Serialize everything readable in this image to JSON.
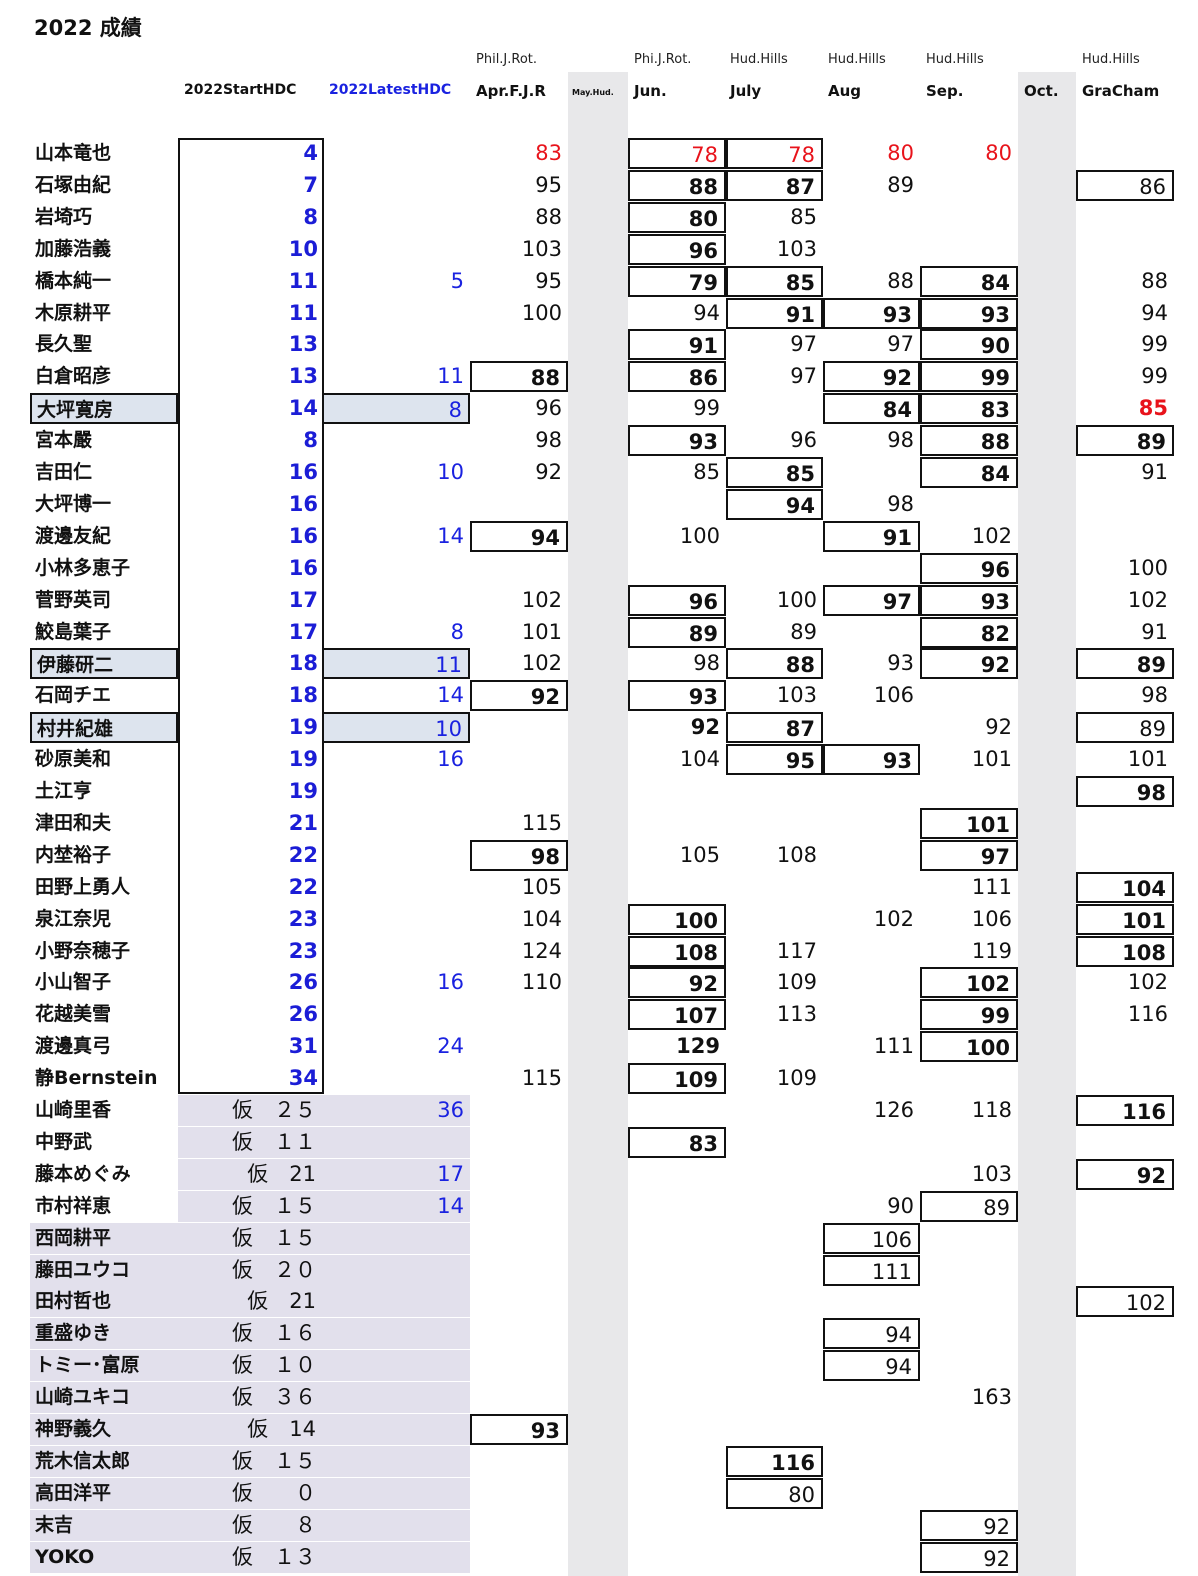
{
  "title": "2022 成績",
  "columns": {
    "start_hdc": "2022StartHDC",
    "latest_hdc": "2022LatestHDC",
    "apr": {
      "course": "Phil.J.Rot.",
      "label": "Apr.F.J.R"
    },
    "may": {
      "label": "May.Hud."
    },
    "jun": {
      "course": "Phi.J.Rot.",
      "label": "Jun."
    },
    "july": {
      "course": "Hud.Hills",
      "label": "July"
    },
    "aug": {
      "course": "Hud.Hills",
      "label": "Aug"
    },
    "sep": {
      "course": "Hud.Hills",
      "label": "Sep."
    },
    "oct": {
      "label": "Oct."
    },
    "gra": {
      "course": "Hud.Hills",
      "label": "GraCham"
    }
  },
  "rows": [
    {
      "name": "山本竜也",
      "start": "4",
      "latest": "",
      "apr": {
        "v": "83",
        "s": "r"
      },
      "jun": {
        "v": "78",
        "s": "rx"
      },
      "jul": {
        "v": "78",
        "s": "rx"
      },
      "aug": {
        "v": "80",
        "s": "r"
      },
      "sep": {
        "v": "80",
        "s": "r"
      },
      "gra": null
    },
    {
      "name": "石塚由紀",
      "start": "7",
      "latest": "",
      "apr": {
        "v": "95",
        "s": ""
      },
      "jun": {
        "v": "88",
        "s": "bx"
      },
      "jul": {
        "v": "87",
        "s": "bx"
      },
      "aug": {
        "v": "89",
        "s": ""
      },
      "sep": null,
      "gra": {
        "v": "86",
        "s": "x"
      }
    },
    {
      "name": "岩埼巧",
      "start": "8",
      "latest": "",
      "apr": {
        "v": "88",
        "s": ""
      },
      "jun": {
        "v": "80",
        "s": "bx"
      },
      "jul": {
        "v": "85",
        "s": ""
      },
      "aug": null,
      "sep": null,
      "gra": null
    },
    {
      "name": "加藤浩義",
      "start": "10",
      "latest": "",
      "apr": {
        "v": "103",
        "s": ""
      },
      "jun": {
        "v": "96",
        "s": "bx"
      },
      "jul": {
        "v": "103",
        "s": ""
      },
      "aug": null,
      "sep": null,
      "gra": null
    },
    {
      "name": "橋本純一",
      "start": "11",
      "latest": "5",
      "apr": {
        "v": "95",
        "s": ""
      },
      "jun": {
        "v": "79",
        "s": "bx"
      },
      "jul": {
        "v": "85",
        "s": "bx"
      },
      "aug": {
        "v": "88",
        "s": ""
      },
      "sep": {
        "v": "84",
        "s": "bx"
      },
      "gra": {
        "v": "88",
        "s": ""
      }
    },
    {
      "name": "木原耕平",
      "start": "11",
      "latest": "",
      "apr": {
        "v": "100",
        "s": ""
      },
      "jun": {
        "v": "94",
        "s": ""
      },
      "jul": {
        "v": "91",
        "s": "bx"
      },
      "aug": {
        "v": "93",
        "s": "bx"
      },
      "sep": {
        "v": "93",
        "s": "bx"
      },
      "gra": {
        "v": "94",
        "s": ""
      }
    },
    {
      "name": "長久聖",
      "start": "13",
      "latest": "",
      "apr": null,
      "jun": {
        "v": "91",
        "s": "bx"
      },
      "jul": {
        "v": "97",
        "s": ""
      },
      "aug": {
        "v": "97",
        "s": ""
      },
      "sep": {
        "v": "90",
        "s": "bx"
      },
      "gra": {
        "v": "99",
        "s": ""
      }
    },
    {
      "name": "白倉昭彦",
      "start": "13",
      "latest": "11",
      "apr": {
        "v": "88",
        "s": "bx"
      },
      "jun": {
        "v": "86",
        "s": "bx"
      },
      "jul": {
        "v": "97",
        "s": ""
      },
      "aug": {
        "v": "92",
        "s": "bx"
      },
      "sep": {
        "v": "99",
        "s": "bx"
      },
      "gra": {
        "v": "99",
        "s": ""
      }
    },
    {
      "name": "大坪寛房",
      "start": "14",
      "latest": "8",
      "hl": true,
      "apr": {
        "v": "96",
        "s": ""
      },
      "jun": {
        "v": "99",
        "s": ""
      },
      "jul": null,
      "aug": {
        "v": "84",
        "s": "bx"
      },
      "sep": {
        "v": "83",
        "s": "bx"
      },
      "gra": {
        "v": "85",
        "s": "rb"
      }
    },
    {
      "name": "宮本嚴",
      "start": "8",
      "latest": "",
      "apr": {
        "v": "98",
        "s": ""
      },
      "jun": {
        "v": "93",
        "s": "bx"
      },
      "jul": {
        "v": "96",
        "s": ""
      },
      "aug": {
        "v": "98",
        "s": ""
      },
      "sep": {
        "v": "88",
        "s": "bx"
      },
      "gra": {
        "v": "89",
        "s": "bx"
      }
    },
    {
      "name": "吉田仁",
      "start": "16",
      "latest": "10",
      "apr": {
        "v": "92",
        "s": ""
      },
      "jun": {
        "v": "85",
        "s": ""
      },
      "jul": {
        "v": "85",
        "s": "bx"
      },
      "aug": null,
      "sep": {
        "v": "84",
        "s": "bx"
      },
      "gra": {
        "v": "91",
        "s": ""
      }
    },
    {
      "name": "大坪博一",
      "start": "16",
      "latest": "",
      "apr": null,
      "jun": null,
      "jul": {
        "v": "94",
        "s": "bx"
      },
      "aug": {
        "v": "98",
        "s": ""
      },
      "sep": null,
      "gra": null
    },
    {
      "name": "渡邊友紀",
      "start": "16",
      "latest": "14",
      "apr": {
        "v": "94",
        "s": "bx"
      },
      "jun": {
        "v": "100",
        "s": ""
      },
      "jul": null,
      "aug": {
        "v": "91",
        "s": "bx"
      },
      "sep": {
        "v": "102",
        "s": ""
      },
      "gra": null
    },
    {
      "name": "小林多恵子",
      "start": "16",
      "latest": "",
      "apr": null,
      "jun": null,
      "jul": null,
      "aug": null,
      "sep": {
        "v": "96",
        "s": "bx"
      },
      "gra": {
        "v": "100",
        "s": ""
      }
    },
    {
      "name": "菅野英司",
      "start": "17",
      "latest": "",
      "apr": {
        "v": "102",
        "s": ""
      },
      "jun": {
        "v": "96",
        "s": "bx"
      },
      "jul": {
        "v": "100",
        "s": ""
      },
      "aug": {
        "v": "97",
        "s": "bx"
      },
      "sep": {
        "v": "93",
        "s": "bx"
      },
      "gra": {
        "v": "102",
        "s": ""
      }
    },
    {
      "name": "鮫島葉子",
      "start": "17",
      "latest": "8",
      "apr": {
        "v": "101",
        "s": ""
      },
      "jun": {
        "v": "89",
        "s": "bx"
      },
      "jul": {
        "v": "89",
        "s": ""
      },
      "aug": null,
      "sep": {
        "v": "82",
        "s": "bx"
      },
      "gra": {
        "v": "91",
        "s": ""
      }
    },
    {
      "name": "伊藤研二",
      "start": "18",
      "latest": "11",
      "hl": true,
      "apr": {
        "v": "102",
        "s": ""
      },
      "jun": {
        "v": "98",
        "s": ""
      },
      "jul": {
        "v": "88",
        "s": "bx"
      },
      "aug": {
        "v": "93",
        "s": ""
      },
      "sep": {
        "v": "92",
        "s": "bx"
      },
      "gra": {
        "v": "89",
        "s": "bx"
      }
    },
    {
      "name": "石岡チエ",
      "start": "18",
      "latest": "14",
      "apr": {
        "v": "92",
        "s": "bx"
      },
      "jun": {
        "v": "93",
        "s": "bx"
      },
      "jul": {
        "v": "103",
        "s": ""
      },
      "aug": {
        "v": "106",
        "s": ""
      },
      "sep": null,
      "gra": {
        "v": "98",
        "s": ""
      }
    },
    {
      "name": "村井紀雄",
      "start": "19",
      "latest": "10",
      "hl": true,
      "apr": null,
      "jun": {
        "v": "92",
        "s": "b"
      },
      "jul": {
        "v": "87",
        "s": "bx"
      },
      "aug": null,
      "sep": {
        "v": "92",
        "s": ""
      },
      "gra": {
        "v": "89",
        "s": "x"
      }
    },
    {
      "name": "砂原美和",
      "start": "19",
      "latest": "16",
      "apr": null,
      "jun": {
        "v": "104",
        "s": ""
      },
      "jul": {
        "v": "95",
        "s": "bx"
      },
      "aug": {
        "v": "93",
        "s": "bx"
      },
      "sep": {
        "v": "101",
        "s": ""
      },
      "gra": {
        "v": "101",
        "s": ""
      }
    },
    {
      "name": "土江亨",
      "start": "19",
      "latest": "",
      "apr": null,
      "jun": null,
      "jul": null,
      "aug": null,
      "sep": null,
      "gra": {
        "v": "98",
        "s": "bx"
      }
    },
    {
      "name": "津田和夫",
      "start": "21",
      "latest": "",
      "apr": {
        "v": "115",
        "s": ""
      },
      "jun": null,
      "jul": null,
      "aug": null,
      "sep": {
        "v": "101",
        "s": "bx"
      },
      "gra": null
    },
    {
      "name": "内埜裕子",
      "start": "22",
      "latest": "",
      "apr": {
        "v": "98",
        "s": "bx"
      },
      "jun": {
        "v": "105",
        "s": ""
      },
      "jul": {
        "v": "108",
        "s": ""
      },
      "aug": null,
      "sep": {
        "v": "97",
        "s": "bx"
      },
      "gra": null
    },
    {
      "name": "田野上勇人",
      "start": "22",
      "latest": "",
      "apr": {
        "v": "105",
        "s": ""
      },
      "jun": null,
      "jul": null,
      "aug": null,
      "sep": {
        "v": "111",
        "s": ""
      },
      "gra": {
        "v": "104",
        "s": "bx"
      }
    },
    {
      "name": "泉江奈児",
      "start": "23",
      "latest": "",
      "apr": {
        "v": "104",
        "s": ""
      },
      "jun": {
        "v": "100",
        "s": "bx"
      },
      "jul": null,
      "aug": {
        "v": "102",
        "s": ""
      },
      "sep": {
        "v": "106",
        "s": ""
      },
      "gra": {
        "v": "101",
        "s": "bx"
      }
    },
    {
      "name": "小野奈穂子",
      "start": "23",
      "latest": "",
      "apr": {
        "v": "124",
        "s": ""
      },
      "jun": {
        "v": "108",
        "s": "bx"
      },
      "jul": {
        "v": "117",
        "s": ""
      },
      "aug": null,
      "sep": {
        "v": "119",
        "s": ""
      },
      "gra": {
        "v": "108",
        "s": "bx"
      }
    },
    {
      "name": "小山智子",
      "start": "26",
      "latest": "16",
      "apr": {
        "v": "110",
        "s": ""
      },
      "jun": {
        "v": "92",
        "s": "bx"
      },
      "jul": {
        "v": "109",
        "s": ""
      },
      "aug": null,
      "sep": {
        "v": "102",
        "s": "bx"
      },
      "gra": {
        "v": "102",
        "s": ""
      }
    },
    {
      "name": "花越美雪",
      "start": "26",
      "latest": "",
      "apr": null,
      "jun": {
        "v": "107",
        "s": "bx"
      },
      "jul": {
        "v": "113",
        "s": ""
      },
      "aug": null,
      "sep": {
        "v": "99",
        "s": "bx"
      },
      "gra": {
        "v": "116",
        "s": ""
      }
    },
    {
      "name": "渡邊真弓",
      "start": "31",
      "latest": "24",
      "apr": null,
      "jun": {
        "v": "129",
        "s": "b"
      },
      "jul": null,
      "aug": {
        "v": "111",
        "s": ""
      },
      "sep": {
        "v": "100",
        "s": "bx"
      },
      "gra": null
    },
    {
      "name": "静Bernstein",
      "start": "34",
      "latest": "",
      "apr": {
        "v": "115",
        "s": ""
      },
      "jun": {
        "v": "109",
        "s": "bx"
      },
      "jul": {
        "v": "109",
        "s": ""
      },
      "aug": null,
      "sep": null,
      "gra": null
    },
    {
      "name": "山崎里香",
      "start": "仮　２５",
      "prov": true,
      "latest": "36",
      "apr": null,
      "jun": null,
      "jul": null,
      "aug": {
        "v": "126",
        "s": ""
      },
      "sep": {
        "v": "118",
        "s": ""
      },
      "gra": {
        "v": "116",
        "s": "bx"
      }
    },
    {
      "name": "中野武",
      "start": "仮　１１",
      "prov": true,
      "latest": "",
      "apr": null,
      "jun": {
        "v": "83",
        "s": "bx"
      },
      "jul": null,
      "aug": null,
      "sep": null,
      "gra": null
    },
    {
      "name": "藤本めぐみ",
      "start": "仮　21",
      "prov": true,
      "latest": "17",
      "apr": null,
      "jun": null,
      "jul": null,
      "aug": null,
      "sep": {
        "v": "103",
        "s": ""
      },
      "gra": {
        "v": "92",
        "s": "bx"
      }
    },
    {
      "name": "市村祥恵",
      "start": "仮　１５",
      "prov": true,
      "latest": "14",
      "apr": null,
      "jun": null,
      "jul": null,
      "aug": {
        "v": "90",
        "s": ""
      },
      "sep": {
        "v": "89",
        "s": "x"
      },
      "gra": null
    },
    {
      "name": "西岡耕平",
      "start": "仮　１５",
      "prov": true,
      "lavname": true,
      "latest": "",
      "apr": null,
      "jun": null,
      "jul": null,
      "aug": {
        "v": "106",
        "s": "x"
      },
      "sep": null,
      "gra": null
    },
    {
      "name": "藤田ユウコ",
      "start": "仮　２０",
      "prov": true,
      "lavname": true,
      "latest": "",
      "apr": null,
      "jun": null,
      "jul": null,
      "aug": {
        "v": "111",
        "s": "x"
      },
      "sep": null,
      "gra": null
    },
    {
      "name": "田村哲也",
      "start": "仮　21",
      "prov": true,
      "lavname": true,
      "latest": "",
      "apr": null,
      "jun": null,
      "jul": null,
      "aug": null,
      "sep": null,
      "gra": {
        "v": "102",
        "s": "x"
      }
    },
    {
      "name": "重盛ゆき",
      "start": "仮　１６",
      "prov": true,
      "lavname": true,
      "latest": "",
      "apr": null,
      "jun": null,
      "jul": null,
      "aug": {
        "v": "94",
        "s": "x"
      },
      "sep": null,
      "gra": null
    },
    {
      "name": "トミー･富原",
      "start": "仮　１０",
      "prov": true,
      "lavname": true,
      "latest": "",
      "apr": null,
      "jun": null,
      "jul": null,
      "aug": {
        "v": "94",
        "s": "x"
      },
      "sep": null,
      "gra": null
    },
    {
      "name": "山崎ユキコ",
      "start": "仮　３６",
      "prov": true,
      "lavname": true,
      "latest": "",
      "apr": null,
      "jun": null,
      "jul": null,
      "aug": null,
      "sep": {
        "v": "163",
        "s": ""
      },
      "gra": null
    },
    {
      "name": "神野義久",
      "start": "仮　14",
      "prov": true,
      "lavname": true,
      "latest": "",
      "apr": {
        "v": "93",
        "s": "bx"
      },
      "jun": null,
      "jul": null,
      "aug": null,
      "sep": null,
      "gra": null
    },
    {
      "name": "荒木信太郎",
      "start": "仮　１５",
      "prov": true,
      "lavname": true,
      "latest": "",
      "apr": null,
      "jun": null,
      "jul": {
        "v": "116",
        "s": "bx"
      },
      "aug": null,
      "sep": null,
      "gra": null
    },
    {
      "name": "高田洋平",
      "start": "仮　　０",
      "prov": true,
      "lavname": true,
      "latest": "",
      "apr": null,
      "jun": null,
      "jul": {
        "v": "80",
        "s": "x"
      },
      "aug": null,
      "sep": null,
      "gra": null
    },
    {
      "name": "末吉",
      "start": "仮　　８",
      "prov": true,
      "lavname": true,
      "latest": "",
      "apr": null,
      "jun": null,
      "jul": null,
      "aug": null,
      "sep": {
        "v": "92",
        "s": "x"
      },
      "gra": null
    },
    {
      "name": "YOKO",
      "start": "仮　１３",
      "prov": true,
      "lavname": true,
      "latest": "",
      "apr": null,
      "jun": null,
      "jul": null,
      "aug": null,
      "sep": {
        "v": "92",
        "s": "x"
      },
      "gra": null
    }
  ]
}
